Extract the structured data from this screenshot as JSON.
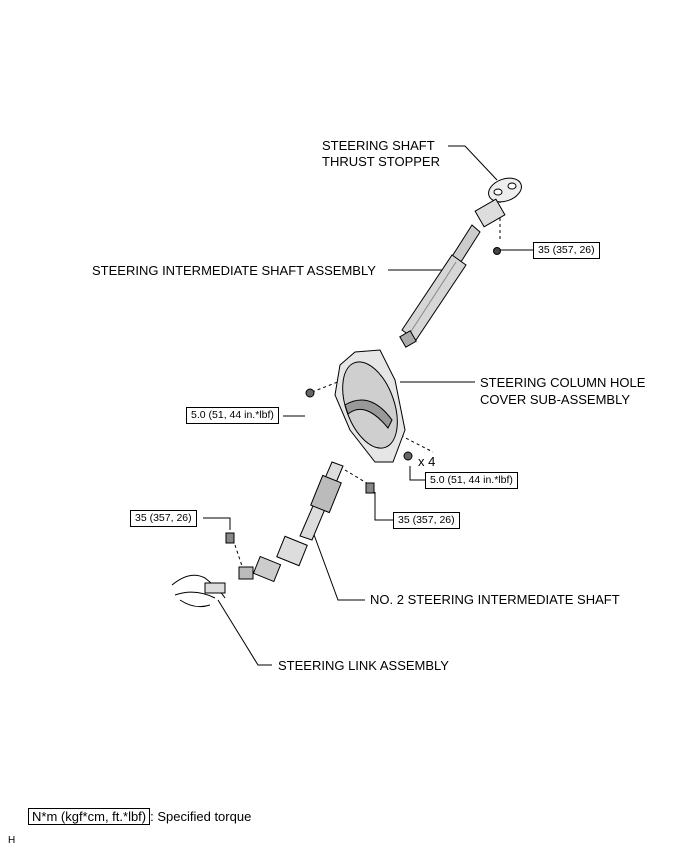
{
  "labels": {
    "thrust_stopper_l1": "STEERING SHAFT",
    "thrust_stopper_l2": "THRUST STOPPER",
    "intermediate_shaft": "STEERING INTERMEDIATE SHAFT ASSEMBLY",
    "hole_cover_l1": "STEERING COLUMN HOLE",
    "hole_cover_l2": "COVER SUB-ASSEMBLY",
    "no2_shaft": "NO. 2 STEERING INTERMEDIATE SHAFT",
    "link_assembly": "STEERING LINK ASSEMBLY",
    "qty": "x 4"
  },
  "torques": {
    "upper_bolt": "35 (357, 26)",
    "cover_left": "5.0 (51, 44 in.*lbf)",
    "cover_right": "5.0 (51, 44 in.*lbf)",
    "middle_bolt": "35 (357, 26)",
    "lower_bolt": "35 (357, 26)"
  },
  "legend": {
    "key": "N*m (kgf*cm, ft.*lbf)",
    "text": ": Specified torque"
  },
  "figure_code": "H"
}
